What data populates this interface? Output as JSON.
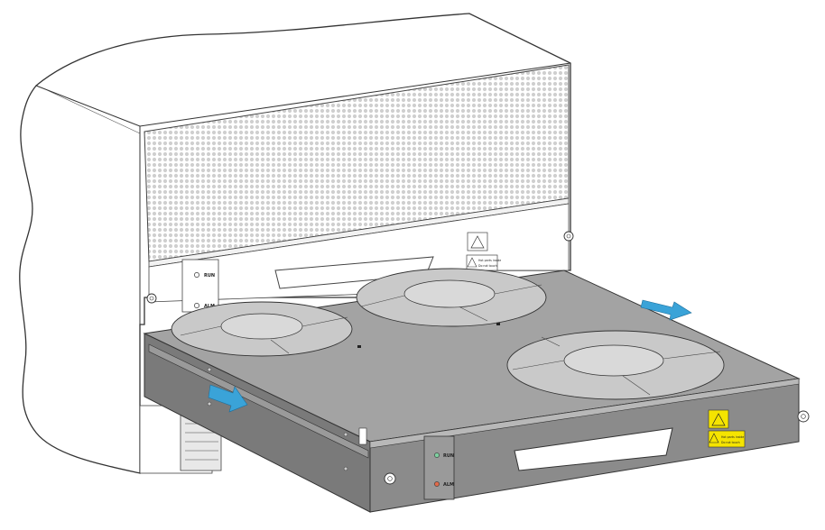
{
  "chassis_panel": {
    "led_labels": [
      "RUN",
      "ALM"
    ]
  },
  "fan_tray": {
    "led_labels": [
      "RUN",
      "ALM"
    ],
    "led_colors": {
      "run": "#7ed0a0",
      "alm": "#e06a4a"
    },
    "fan_count": 3
  },
  "warning_label": {
    "lines": [
      "Hot parts inside",
      "Do not touch"
    ],
    "color": "#f5e400"
  },
  "arrows": {
    "color": "#3aa3d8",
    "icons": [
      "insert-direction-arrow-icon",
      "insert-direction-arrow-icon"
    ]
  },
  "colors": {
    "tray_top": "#a3a3a3",
    "tray_front": "#8b8b8b",
    "tray_side": "#7a7a7a",
    "fan_hub": "#d9d9d9",
    "mesh": "#d0d0d0"
  }
}
